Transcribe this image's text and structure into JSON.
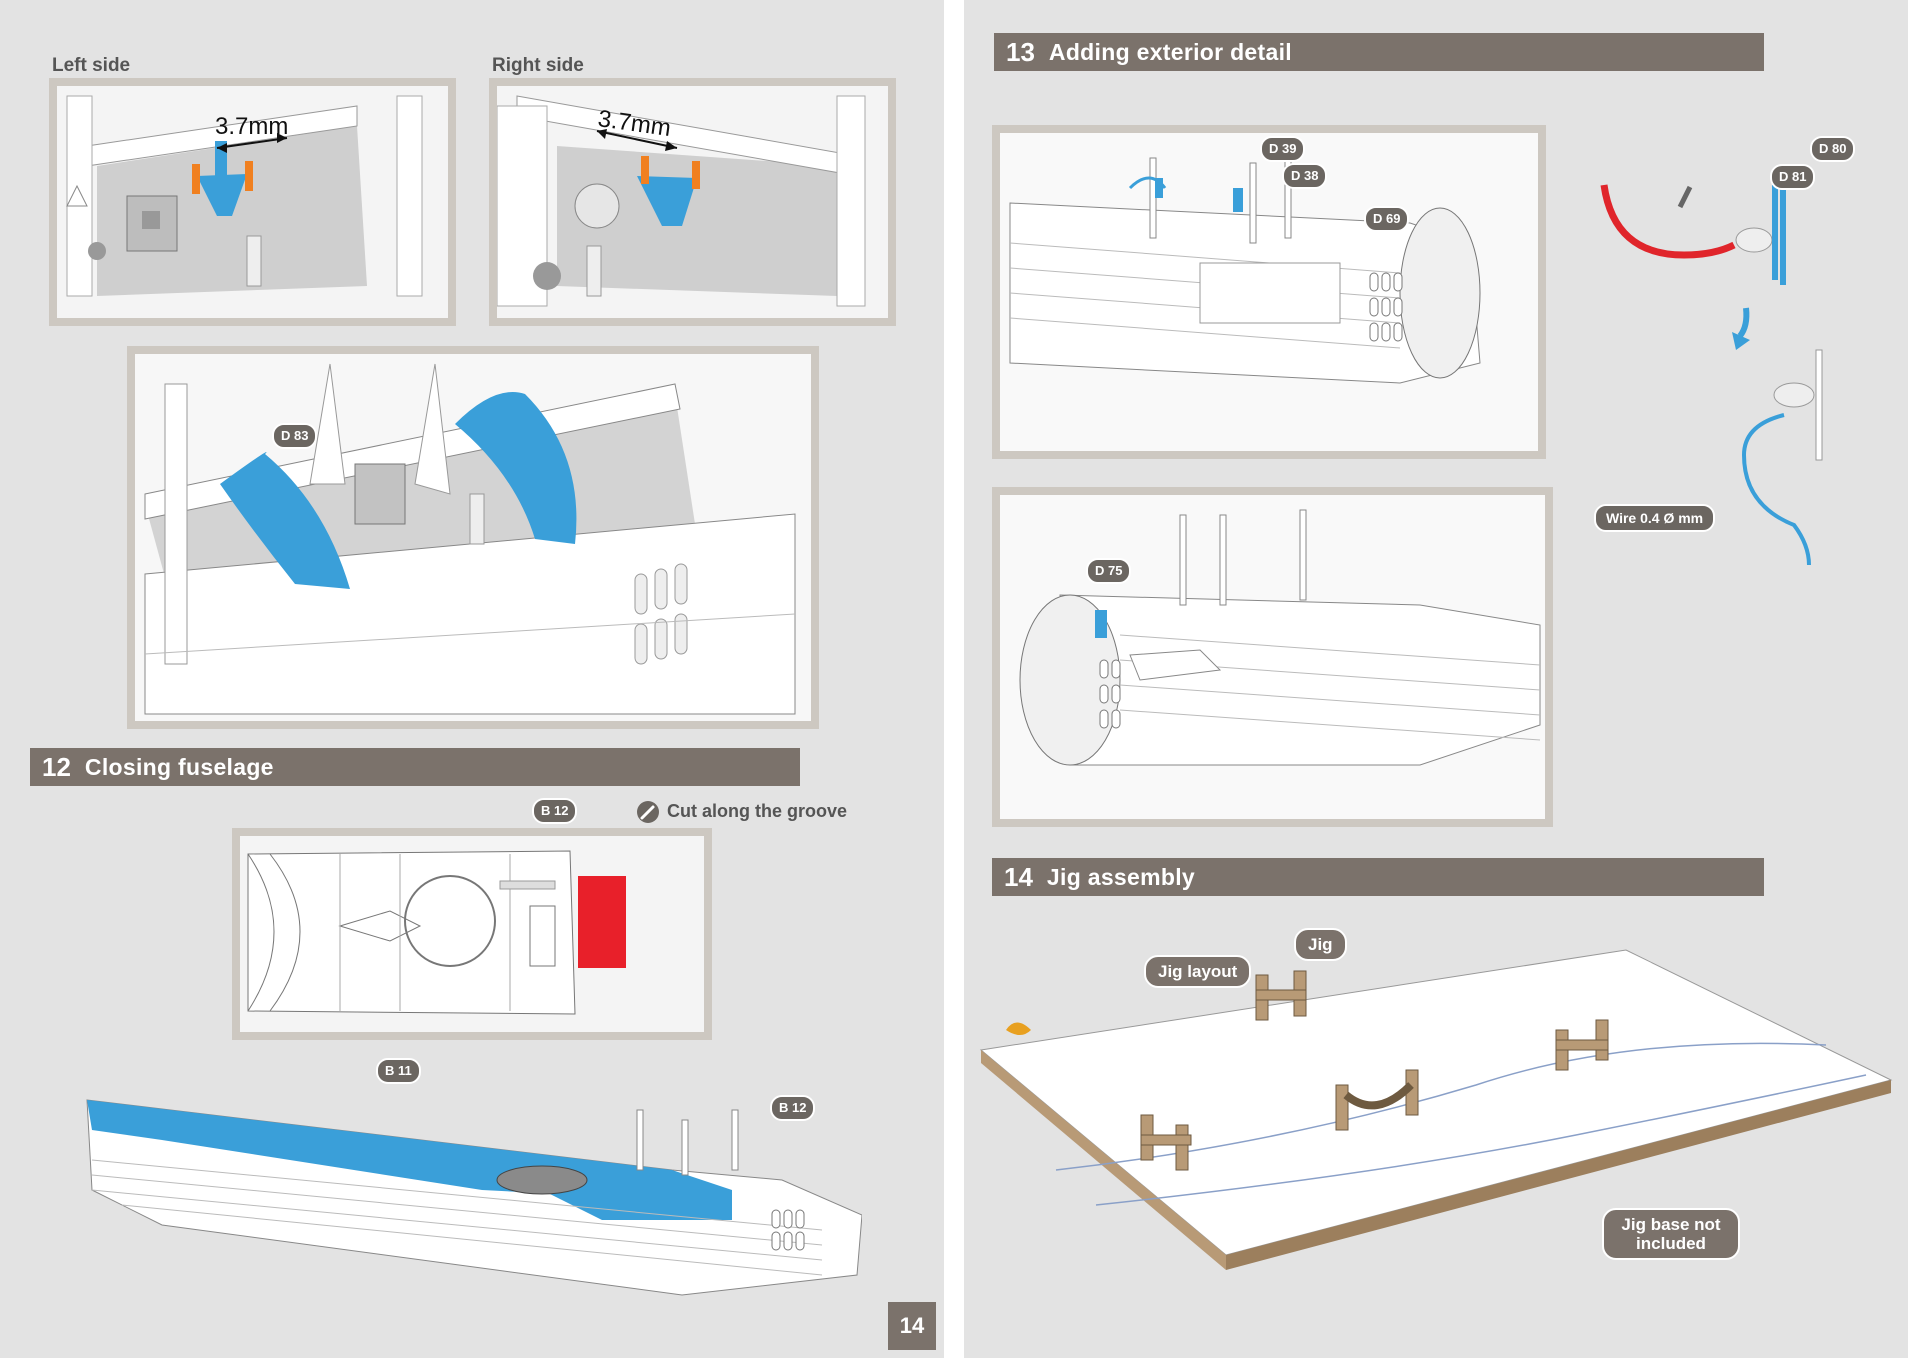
{
  "left_page": {
    "left_side_caption": "Left side",
    "right_side_caption": "Right side",
    "measure_left": "3.7mm",
    "measure_right": "3.7mm",
    "part_d83": "D 83",
    "step12": {
      "number": "12",
      "title": "Closing fuselage"
    },
    "part_b12_top": "B 12",
    "cut_note": "Cut along the groove",
    "part_b11": "B 11",
    "part_b12_fuselage": "B 12",
    "page_number": "14"
  },
  "right_page": {
    "step13": {
      "number": "13",
      "title": "Adding exterior detail"
    },
    "part_d39": "D 39",
    "part_d38": "D 38",
    "part_d69": "D 69",
    "part_d80": "D 80",
    "part_d81": "D 81",
    "wire_label": "Wire 0.4 Ø mm",
    "part_d75": "D 75",
    "step14": {
      "number": "14",
      "title": "Jig assembly"
    },
    "jig_layout_label": "Jig layout",
    "jig_label": "Jig",
    "jig_base_label": "Jig base not included"
  },
  "colors": {
    "page_bg": "#e3e3e3",
    "header_bar": "#7b726b",
    "frame_border": "#cdc8c1",
    "part_blue": "#3a9fd9",
    "cut_red": "#e8202a",
    "wire_red": "#e0252b",
    "jig_wood": "#b89a76"
  },
  "icons": [
    "knife-icon",
    "arrow-down-icon"
  ]
}
